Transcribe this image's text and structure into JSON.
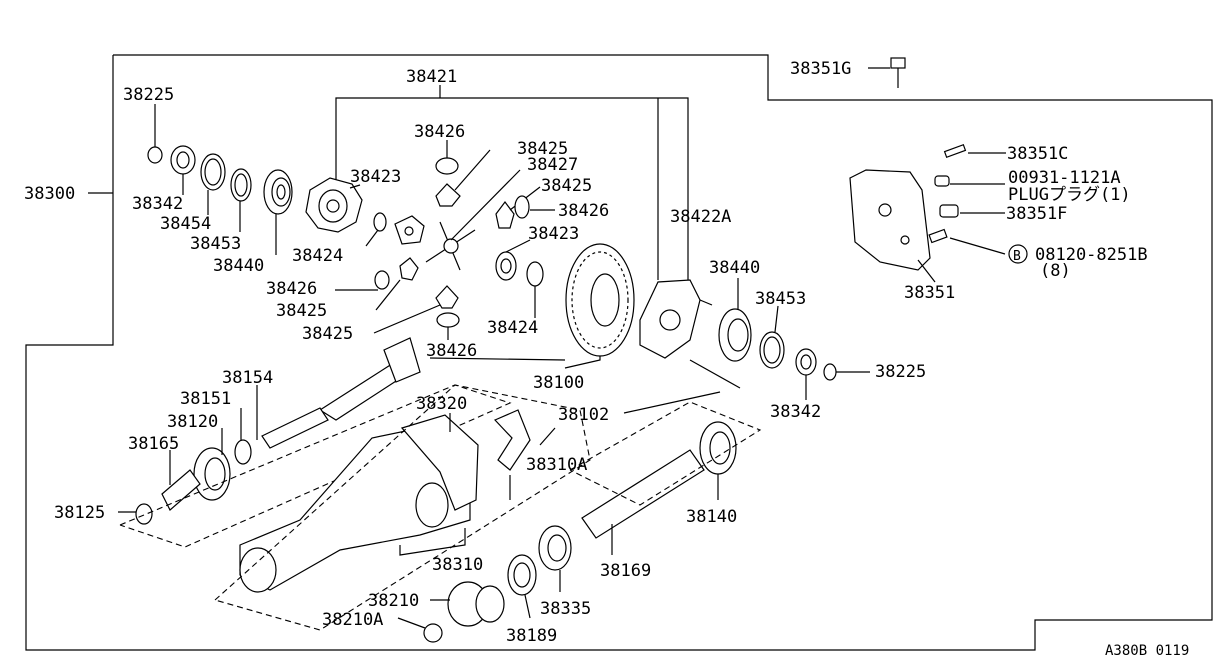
{
  "diagram": {
    "code": "A380B 0119",
    "callouts": [
      {
        "id": "c-38351G",
        "text": "38351G"
      },
      {
        "id": "c-38421",
        "text": "38421"
      },
      {
        "id": "c-38225-a",
        "text": "38225"
      },
      {
        "id": "c-38300",
        "text": "38300"
      },
      {
        "id": "c-38426-a",
        "text": "38426"
      },
      {
        "id": "c-38425-a",
        "text": "38425"
      },
      {
        "id": "c-38427",
        "text": "38427"
      },
      {
        "id": "c-38423-a",
        "text": "38423"
      },
      {
        "id": "c-38425-b",
        "text": "38425"
      },
      {
        "id": "c-38426-b",
        "text": "38426"
      },
      {
        "id": "c-38342-a",
        "text": "38342"
      },
      {
        "id": "c-38454",
        "text": "38454"
      },
      {
        "id": "c-38453-a",
        "text": "38453"
      },
      {
        "id": "c-38440-a",
        "text": "38440"
      },
      {
        "id": "c-38424-a",
        "text": "38424"
      },
      {
        "id": "c-38423-b",
        "text": "38423"
      },
      {
        "id": "c-38422A",
        "text": "38422A"
      },
      {
        "id": "c-38426-c",
        "text": "38426"
      },
      {
        "id": "c-38425-c",
        "text": "38425"
      },
      {
        "id": "c-38425-d",
        "text": "38425"
      },
      {
        "id": "c-38424-b",
        "text": "38424"
      },
      {
        "id": "c-38426-d",
        "text": "38426"
      },
      {
        "id": "c-38440-b",
        "text": "38440"
      },
      {
        "id": "c-38453-b",
        "text": "38453"
      },
      {
        "id": "c-38100",
        "text": "38100"
      },
      {
        "id": "c-38225-b",
        "text": "38225"
      },
      {
        "id": "c-38342-b",
        "text": "38342"
      },
      {
        "id": "c-38154",
        "text": "38154"
      },
      {
        "id": "c-38151",
        "text": "38151"
      },
      {
        "id": "c-38120",
        "text": "38120"
      },
      {
        "id": "c-38165",
        "text": "38165"
      },
      {
        "id": "c-38320",
        "text": "38320"
      },
      {
        "id": "c-38102",
        "text": "38102"
      },
      {
        "id": "c-38310A",
        "text": "38310A"
      },
      {
        "id": "c-38125",
        "text": "38125"
      },
      {
        "id": "c-38140",
        "text": "38140"
      },
      {
        "id": "c-38310",
        "text": "38310"
      },
      {
        "id": "c-38169",
        "text": "38169"
      },
      {
        "id": "c-38210",
        "text": "38210"
      },
      {
        "id": "c-38335",
        "text": "38335"
      },
      {
        "id": "c-38210A",
        "text": "38210A"
      },
      {
        "id": "c-38189",
        "text": "38189"
      },
      {
        "id": "c-38351C",
        "text": "38351C"
      },
      {
        "id": "c-00931",
        "text": "00931-1121A"
      },
      {
        "id": "c-plug",
        "text": "PLUGプラグ(1)"
      },
      {
        "id": "c-38351F",
        "text": "38351F"
      },
      {
        "id": "c-bolt",
        "text": "08120-8251B"
      },
      {
        "id": "c-bolt-qty",
        "text": "(8)"
      },
      {
        "id": "c-bolt-mark",
        "text": "B"
      },
      {
        "id": "c-38351",
        "text": "38351"
      }
    ]
  }
}
